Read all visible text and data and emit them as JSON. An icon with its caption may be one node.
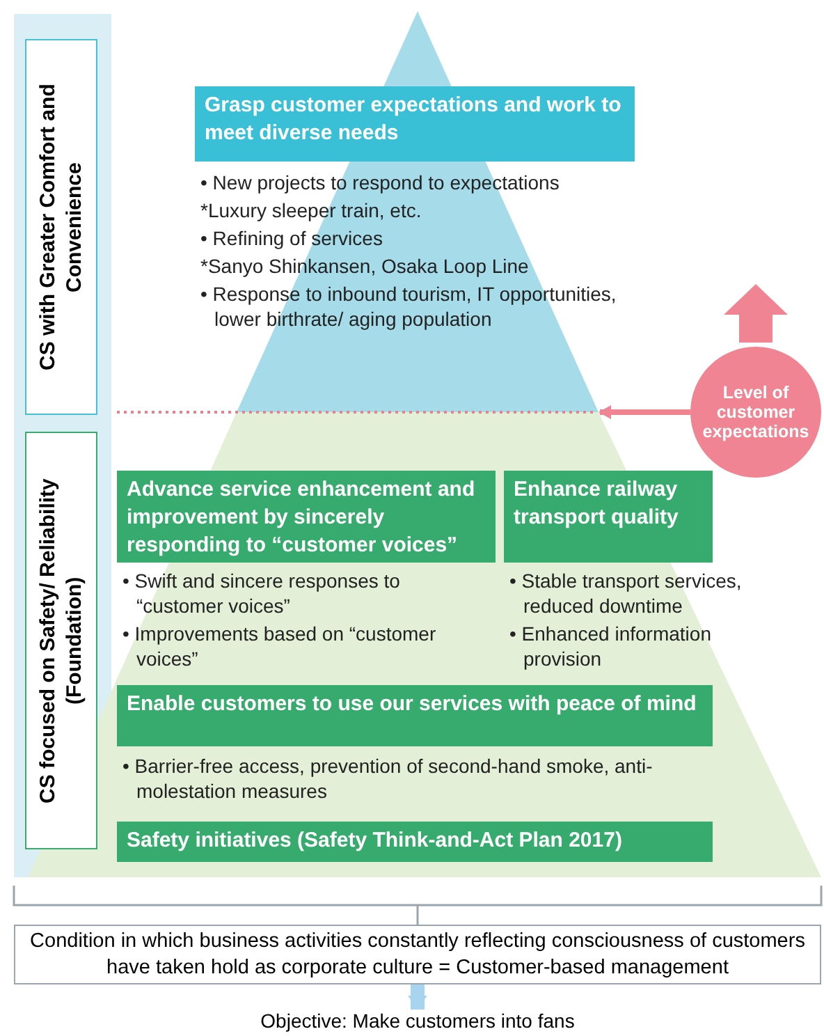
{
  "diagram": {
    "nodes": [
      {
        "text": [
          "CS with Greater Comfort and Convenience"
        ]
      },
      {
        "text": [
          "CS focused on Safety/ Reliability (Foundation)"
        ]
      },
      {
        "text": [
          "Grasp customer expectations and work to meet diverse needs"
        ],
        "beside": [
          "• New projects to respond to expectations",
          "*Luxury sleeper train, etc.",
          "• Refining of services",
          "*Sanyo Shinkansen, Osaka Loop Line",
          "• Response to inbound tourism, IT opportunities, lower birthrate/ aging population"
        ]
      },
      {
        "text": [
          "Advance service enhancement and improvement by sincerely responding to “customer voices”"
        ],
        "beside": [
          "• Swift and sincere responses to “customer voices”",
          "• Improvements based on “customer voices”"
        ]
      },
      {
        "text": [
          "Enhance railway transport quality"
        ],
        "beside": [
          "• Stable transport services, reduced downtime",
          "• Enhanced information provision"
        ]
      },
      {
        "text": [
          "Enable customers to use our services with peace of mind"
        ],
        "beside": [
          "• Barrier-free access, prevention of second-hand smoke, anti-molestation measures"
        ]
      },
      {
        "text": [
          "Safety initiatives (Safety Think-and-Act Plan 2017)"
        ]
      },
      {
        "text": [
          "Level of customer expectations"
        ]
      },
      {
        "text": [
          "Condition in which business activities constantly reflecting consciousness of customers have taken hold as corporate culture = Customer-based management"
        ]
      },
      {
        "text": [
          "Objective: Make customers into fans"
        ]
      }
    ],
    "edges": [
      {
        "from": 7,
        "to": null,
        "arrow": "to"
      },
      {
        "from": 8,
        "to": 9,
        "arrow": "to",
        "style": "thick",
        "color": "#a9d4ef"
      }
    ]
  }
}
